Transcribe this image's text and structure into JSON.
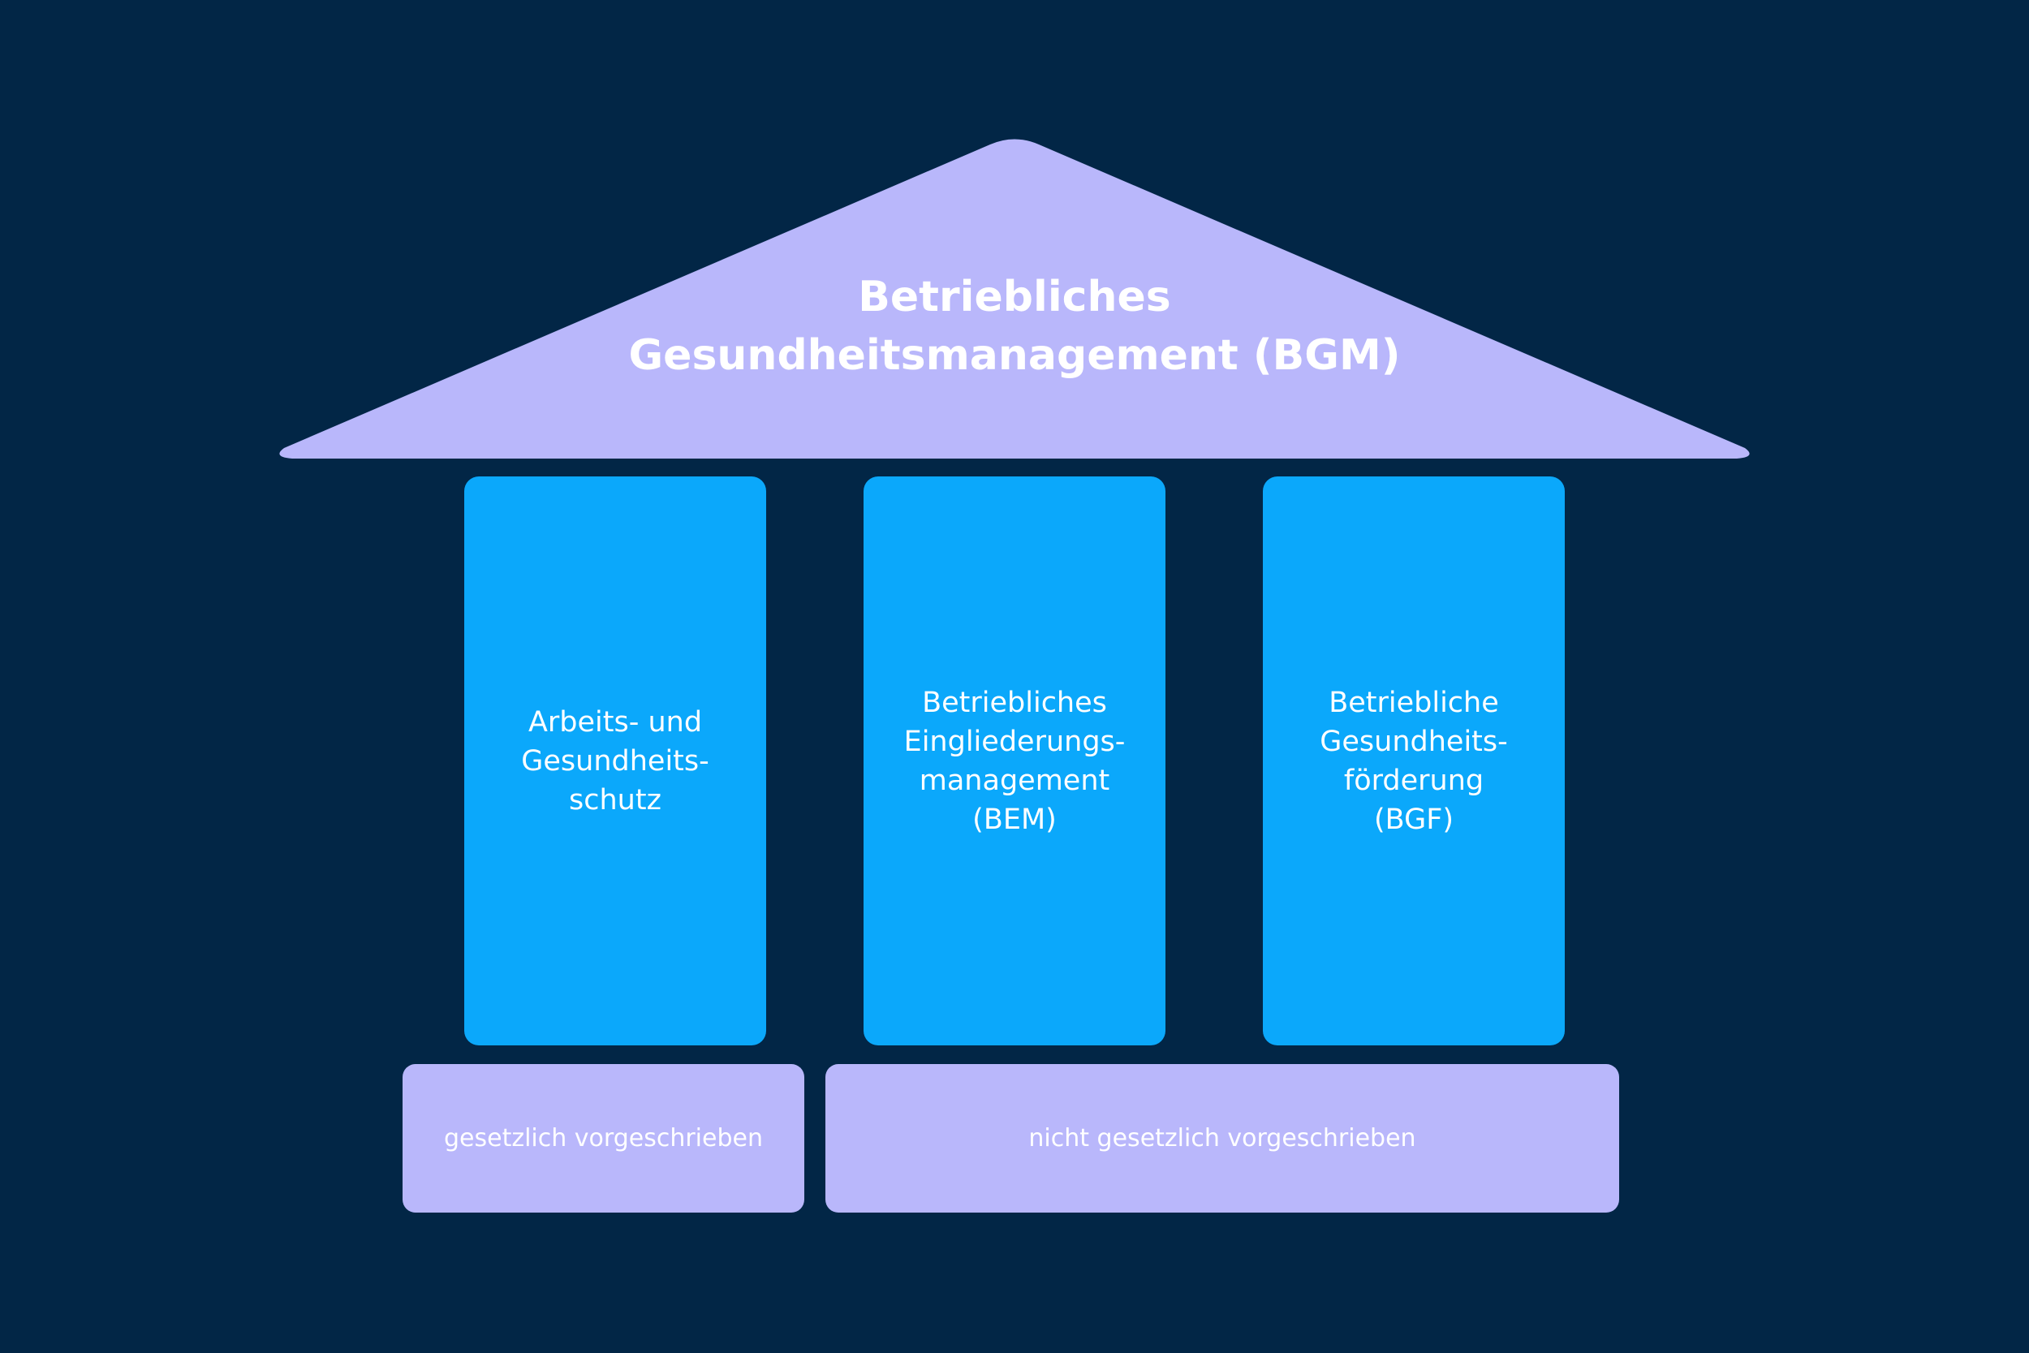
{
  "colors": {
    "background": "#022646",
    "roof": "#b9b7fb",
    "pillar": "#0ba8fb",
    "base": "#b9b7fb",
    "text": "#ffffff"
  },
  "roof": {
    "title_lines": [
      "Betriebliches",
      "Gesundheitsmanagement (BGM)"
    ]
  },
  "pillars": [
    {
      "lines": [
        "Arbeits- und",
        "Gesundheits-",
        "schutz"
      ]
    },
    {
      "lines": [
        "Betriebliches",
        "Eingliederungs-",
        "management",
        "(BEM)"
      ]
    },
    {
      "lines": [
        "Betriebliche",
        "Gesundheits-",
        "förderung",
        "(BGF)"
      ]
    }
  ],
  "bases": [
    {
      "label": "gesetzlich vorgeschrieben"
    },
    {
      "label": "nicht gesetzlich vorgeschrieben"
    }
  ]
}
